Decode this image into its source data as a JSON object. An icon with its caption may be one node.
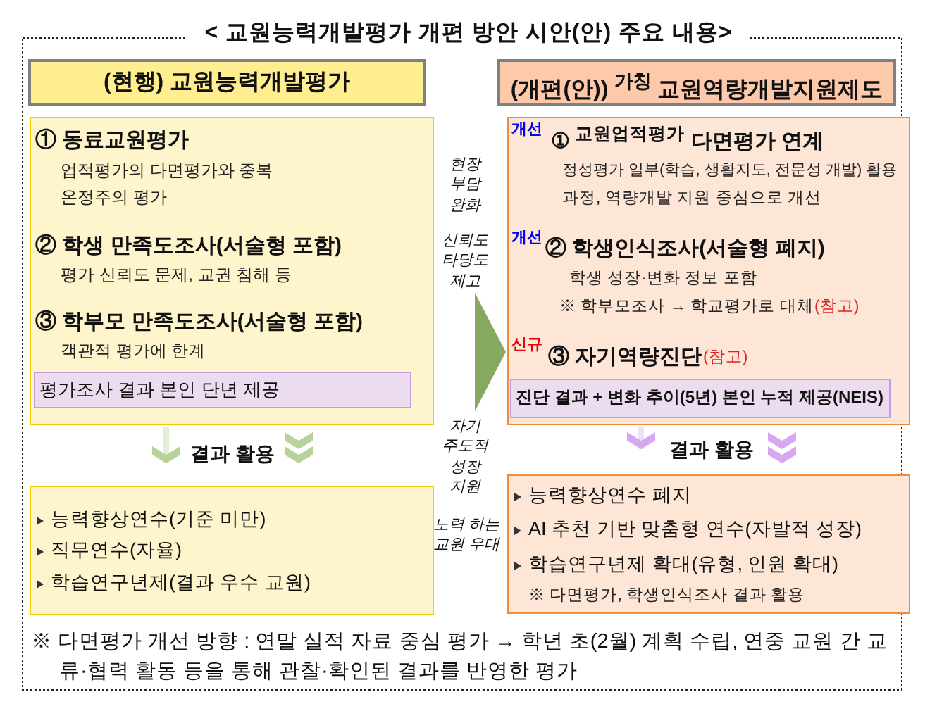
{
  "diagram": {
    "title": "< 교원능력개발평가 개편 방안 시안(안) 주요 내용>",
    "nodes": [
      {
        "text": [
          "(현행) 교원능력개발평가"
        ]
      },
      {
        "text": [
          "(개편(안)) $^{가칭}$ 교원역량개발지원제도"
        ]
      },
      {
        "text": [
          "① 동료교원평가",
          "업적평가의 다면평가와 중복",
          "온정주의 평가",
          "② 학생 만족도조사(서술형 포함)",
          "평가 신뢰도 문제, 교권 침해 등",
          "③ 학부모 만족도조사(서술형 포함)",
          "객관적 평가에 한계"
        ]
      },
      {
        "text": [
          "평가조사 결과 본인 단년 제공"
        ],
        "in": 2
      },
      {
        "text": [
          "개선",
          "① $^{교원업적평가}$ 다면평가 연계",
          "정성평가 일부(학습, 생활지도, 전문성 개발) 활용",
          "과정, 역량개발 지원 중심으로 개선",
          "개선",
          "② 학생인식조사(서술형 폐지)",
          "학생 성장·변화 정보 포함",
          "※ 학부모조사 → 학교평가로 대체",
          "(참고)",
          "신규",
          "③ 자기역량진단",
          "(참고)"
        ]
      },
      {
        "text": [
          "진단 결과 + 변화 추이(5년) 본인 누적 제공(NEIS)"
        ],
        "in": 4
      },
      {
        "text": [
          "능력향상연수(기준 미만)",
          "직무연수(자율)",
          "학습연구년제(결과 우수 교원)"
        ]
      },
      {
        "text": [
          "능력향상연수 폐지",
          "AI 추천 기반 맞춤형 연수(자발적 성장)",
          "학습연구년제 확대(유형, 인원 확대)",
          "※ 다면평가, 학생인식조사 결과 활용"
        ]
      }
    ],
    "edges": [
      {
        "from": 2,
        "to": 4,
        "arrow": "to"
      },
      {
        "from": 2,
        "to": 6,
        "arrow": "to",
        "label": "결과 활용"
      },
      {
        "from": 4,
        "to": 7,
        "arrow": "to",
        "label": "결과 활용"
      }
    ],
    "labels": [
      "현장 부담 완화",
      "신뢰도 타당도 제고",
      "자기 주도적 성장 지원",
      "노력 하는 교원 우대",
      "※ 다면평가 개선 방향 : 연말 실적 자료 중심 평가 → 학년 초(2월) 계획 수립, 연중 교원 간 교류·협력 활동 등을 통해 관찰·확인된 결과를 반영한 평가"
    ]
  }
}
